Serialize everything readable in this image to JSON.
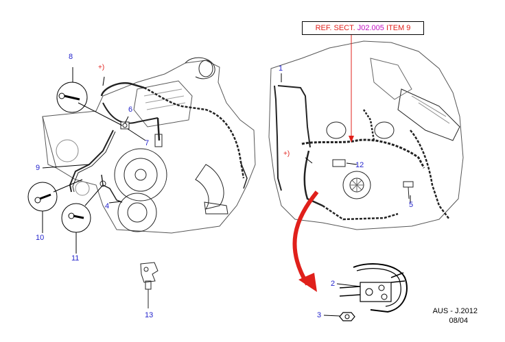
{
  "ref_box": {
    "prefix": "REF. SECT.",
    "section": "J02.005",
    "item": "ITEM 9"
  },
  "plus_marker": "+)",
  "callouts": {
    "c1": "1",
    "c2": "2",
    "c3": "3",
    "c4": "4",
    "c5": "5",
    "c6": "6",
    "c7": "7",
    "c8": "8",
    "c9": "9",
    "c10": "10",
    "c11": "11",
    "c12": "12",
    "c13": "13"
  },
  "footer": {
    "code": "AUS - J.2012",
    "date": "08/04"
  },
  "colors": {
    "callout_blue": "#2222cc",
    "ref_red": "#e0201b",
    "ref_magenta": "#c010c0",
    "arrow_red": "#e0201b"
  }
}
